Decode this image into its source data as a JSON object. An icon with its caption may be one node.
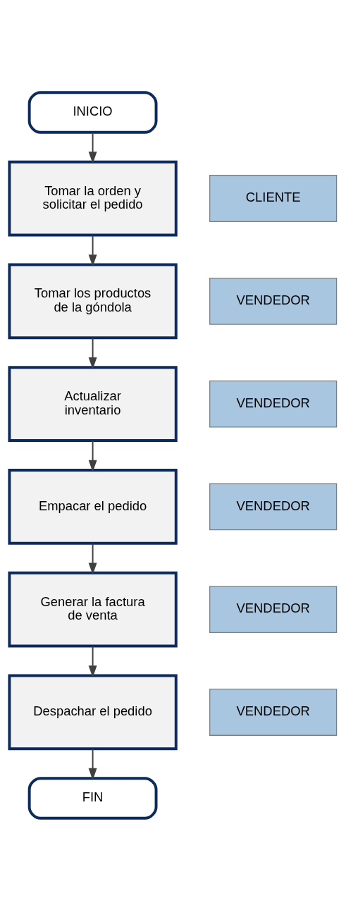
{
  "diagram": {
    "nodes": [
      {
        "text": [
          "INICIO"
        ]
      },
      {
        "text": [
          "Tomar la orden y solicitar el pedido"
        ]
      },
      {
        "text": [
          "CLIENTE"
        ]
      },
      {
        "text": [
          "Tomar los productos de la góndola"
        ]
      },
      {
        "text": [
          "VENDEDOR"
        ]
      },
      {
        "text": [
          "Actualizar inventario"
        ]
      },
      {
        "text": [
          "VENDEDOR"
        ]
      },
      {
        "text": [
          "Empacar el pedido"
        ]
      },
      {
        "text": [
          "VENDEDOR"
        ]
      },
      {
        "text": [
          "Generar la factura de venta"
        ]
      },
      {
        "text": [
          "VENDEDOR"
        ]
      },
      {
        "text": [
          "Despachar el pedido"
        ]
      },
      {
        "text": [
          "VENDEDOR"
        ]
      },
      {
        "text": [
          "FIN"
        ]
      }
    ],
    "edges": [
      {
        "from": 0,
        "to": 1,
        "arrow": "to"
      },
      {
        "from": 1,
        "to": 3,
        "arrow": "to"
      },
      {
        "from": 3,
        "to": 5,
        "arrow": "to"
      },
      {
        "from": 5,
        "to": 7,
        "arrow": "to"
      },
      {
        "from": 7,
        "to": 9,
        "arrow": "to"
      },
      {
        "from": 9,
        "to": 11,
        "arrow": "to"
      },
      {
        "from": 11,
        "to": 13,
        "arrow": "to"
      }
    ]
  }
}
